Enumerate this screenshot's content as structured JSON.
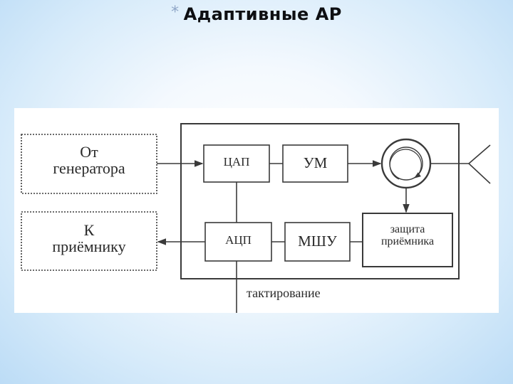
{
  "slide": {
    "bullet": "*",
    "title": "Адаптивные АР"
  },
  "diagram": {
    "from_generator_line1": "От",
    "from_generator_line2": "генератора",
    "to_receiver_line1": "К",
    "to_receiver_line2": "приёмнику",
    "dac": "ЦАП",
    "power_amp": "УМ",
    "adc": "АЦП",
    "lna": "МШУ",
    "protection_line1": "защита",
    "protection_line2": "приёмника",
    "clocking": "тактирование"
  },
  "colors": {
    "title": "#0e0f12",
    "bullet": "#8fa6c7",
    "line": "#3a3a3a",
    "background_edge": "#bcdcf6"
  }
}
